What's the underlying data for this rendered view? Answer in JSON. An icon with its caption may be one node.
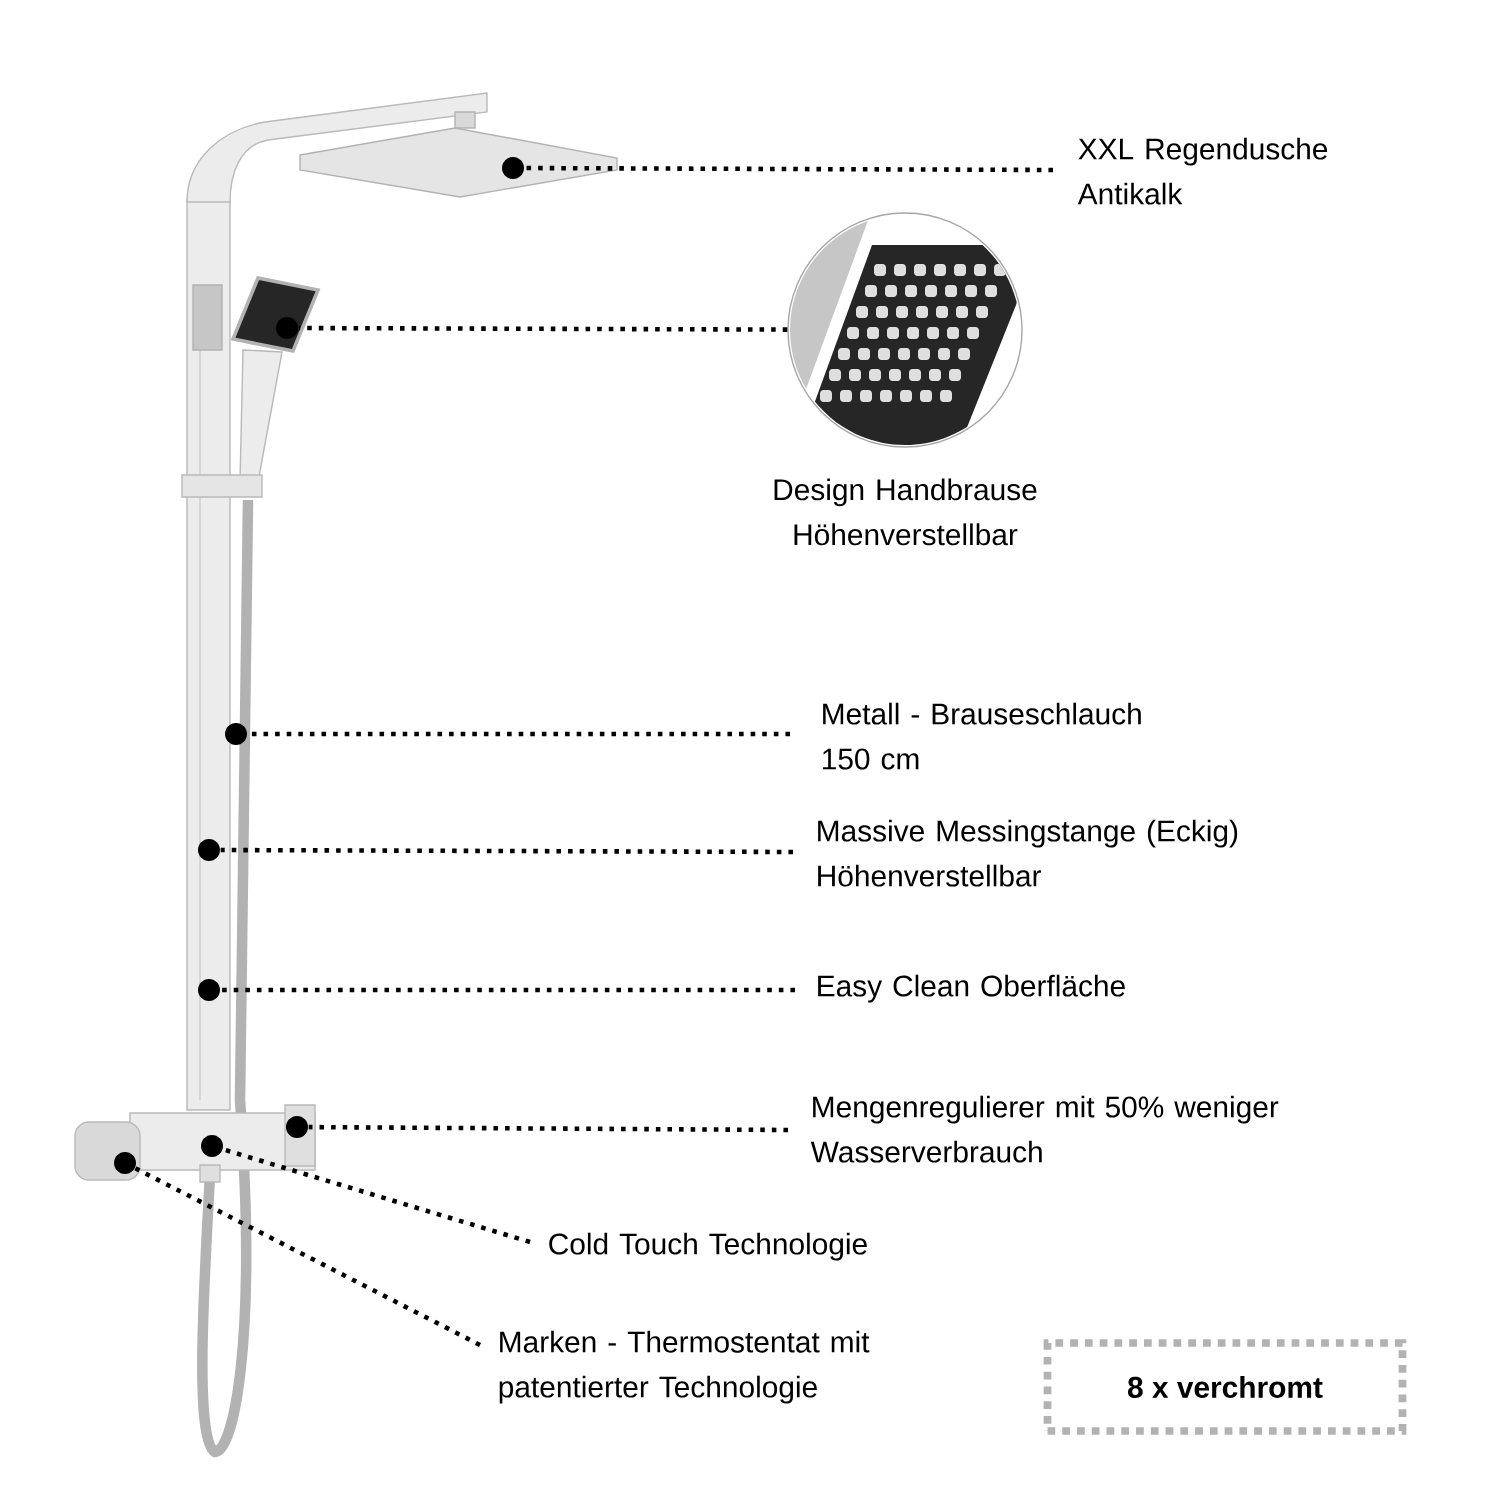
{
  "diagram": {
    "nodes": [
      {
        "text": [
          "XXL Regendusche Antikalk"
        ]
      },
      {
        "text": [],
        "shape": "circle"
      },
      {
        "text": [
          "Design Handbrause Höhenverstellbar"
        ]
      },
      {
        "text": [],
        "shape": "circle"
      },
      {
        "text": [
          "Metall - Brauseschlauch 150 cm"
        ]
      },
      {
        "text": [],
        "shape": "circle"
      },
      {
        "text": [
          "Massive Messingstange (Eckig) Höhenverstellbar"
        ]
      },
      {
        "text": [],
        "shape": "circle"
      },
      {
        "text": [
          "Easy Clean Oberfläche"
        ]
      },
      {
        "text": [],
        "shape": "circle"
      },
      {
        "text": [
          "Mengenregulierer mit 50% weniger Wasserverbrauch"
        ]
      },
      {
        "text": [],
        "shape": "circle"
      },
      {
        "text": [
          "Cold Touch Technologie"
        ]
      },
      {
        "text": [],
        "shape": "circle"
      },
      {
        "text": [],
        "shape": "circle"
      },
      {
        "text": [
          "Marken - Thermostentat mit patentierter Technologie"
        ]
      },
      {
        "text": [
          "8 x verchromt"
        ]
      }
    ],
    "edges": [
      {
        "from": 0,
        "to": 1,
        "arrow": "none"
      },
      {
        "from": 2,
        "to": 3,
        "arrow": "none"
      },
      {
        "from": 4,
        "to": 5,
        "arrow": "none"
      },
      {
        "from": 6,
        "to": 7,
        "arrow": "none"
      },
      {
        "from": 8,
        "to": 9,
        "arrow": "none"
      },
      {
        "from": 10,
        "to": 11,
        "arrow": "none"
      },
      {
        "from": 12,
        "to": 13,
        "arrow": "none"
      },
      {
        "from": 15,
        "to": 14,
        "arrow": "none"
      }
    ]
  }
}
